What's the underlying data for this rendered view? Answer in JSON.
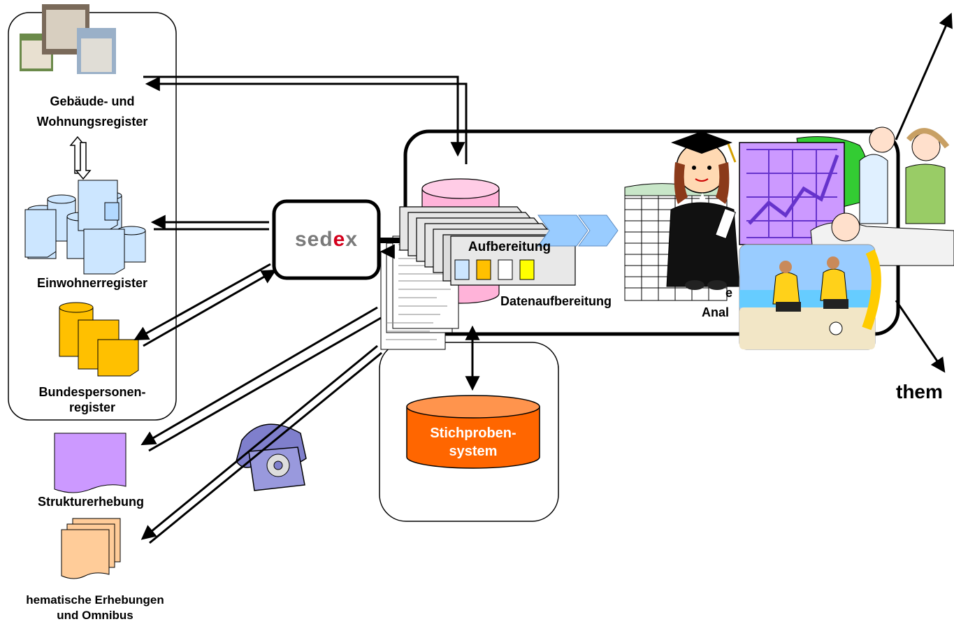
{
  "registers": {
    "gwr_line1": "Gebäude- und",
    "gwr_line2": "Wohnungsregister",
    "einwohner": "Einwohnerregister",
    "bund_line1": "Bundespersonen-",
    "bund_line2": "register"
  },
  "surveys": {
    "struktur": "Strukturerhebung",
    "thematisch_line1": "hematische Erhebungen",
    "thematisch_line2": "und Omnibus"
  },
  "sedex": {
    "part1": "sed",
    "part2": "e",
    "part3": "x"
  },
  "processing": {
    "aufbereitung": "Aufbereitung",
    "datenaufbereitung": "Datenaufbereitung",
    "analysis_partial": "Anal",
    "analysis_partial2": "e"
  },
  "sampling": {
    "line1": "Stichproben-",
    "line2": "system"
  },
  "output": {
    "partial": "them"
  },
  "colors": {
    "register_blue": "#cce6ff",
    "bundes_yellow": "#ffc000",
    "struktur_purple": "#cc99ff",
    "thematisch_peach": "#ffcc99",
    "stichproben_orange": "#ff6600",
    "db_pink": "#ffb3d9",
    "arrow_blue": "#99ccff",
    "sedex_red": "#d4001c"
  }
}
